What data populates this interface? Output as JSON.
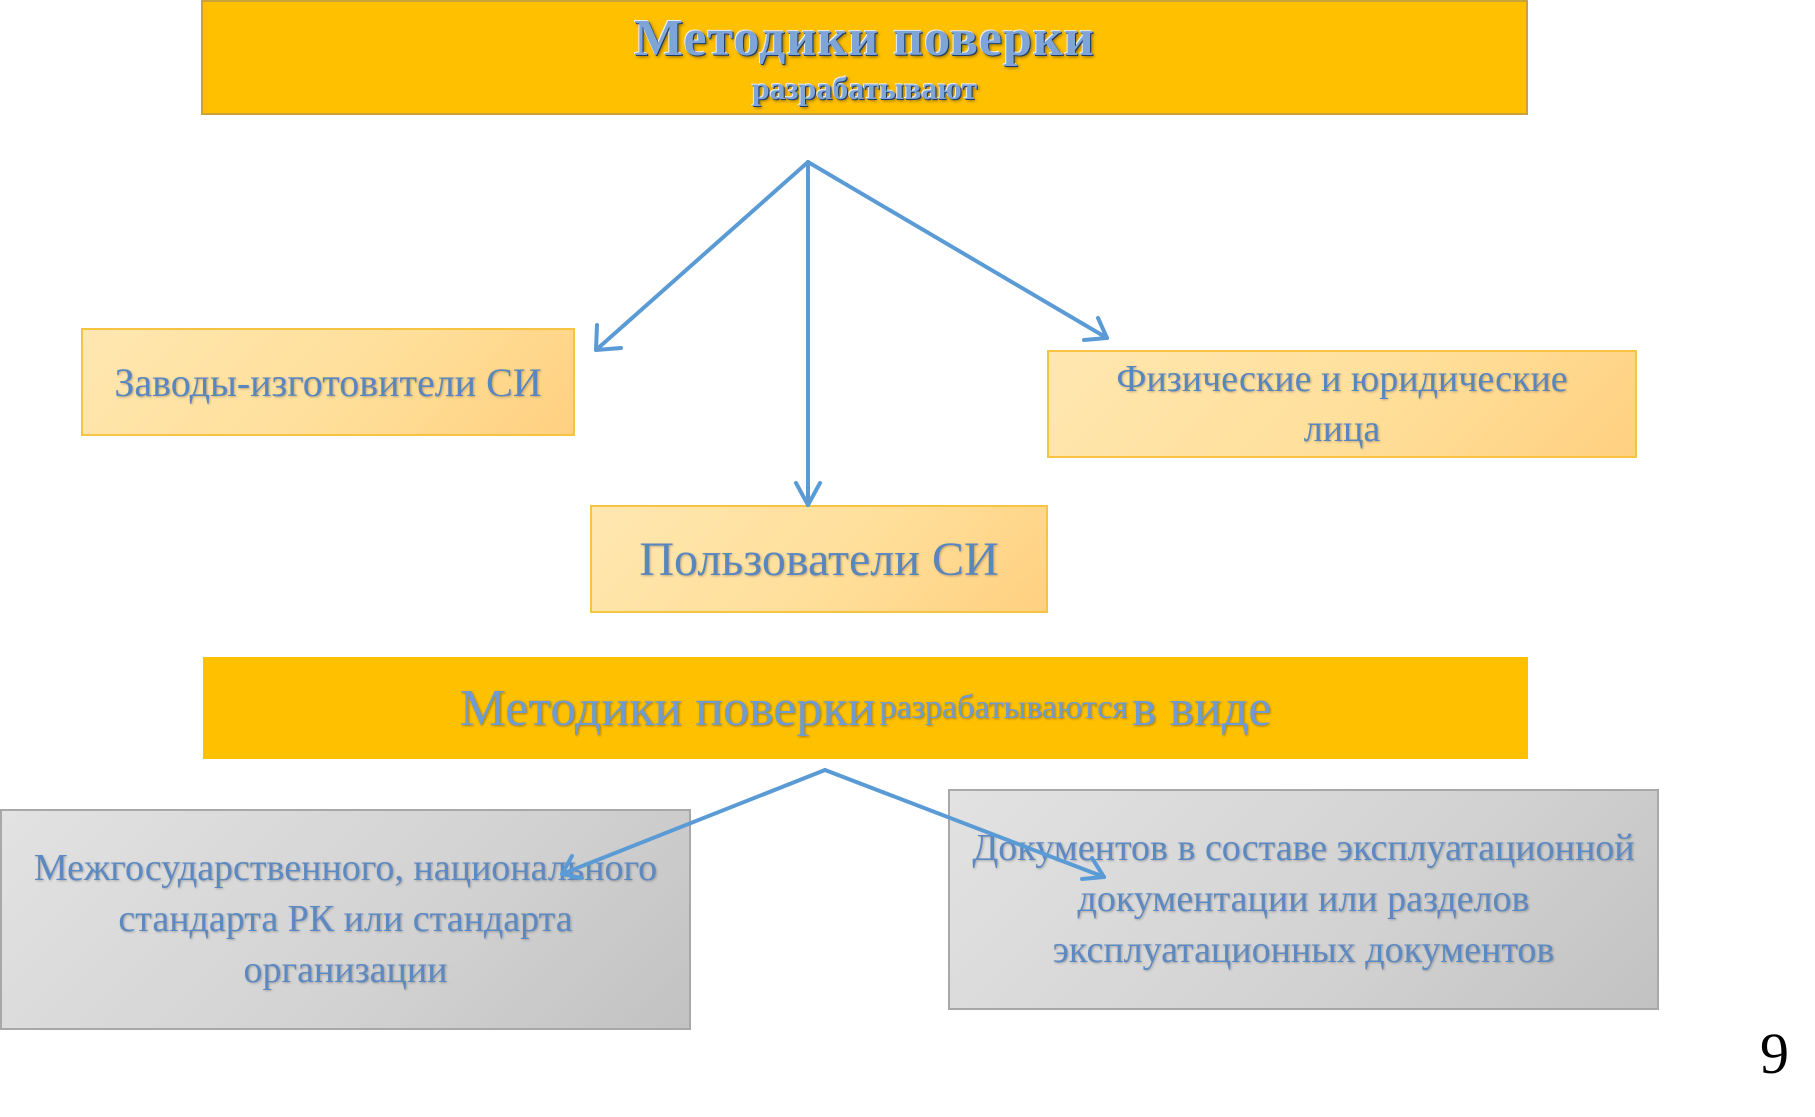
{
  "title": {
    "main": "Методики поверки",
    "sub": "разрабатывают"
  },
  "developers": {
    "left": "Заводы-изготовители СИ",
    "right": "Физические и юридические лица",
    "middle": "Пользователи СИ"
  },
  "band": {
    "part1": "Методики поверки",
    "part2": "разрабатываются",
    "part3": "в виде"
  },
  "forms": {
    "left": "Межгосударственного, национального стандарта РК или стандарта организации",
    "right": "Документов в составе эксплуатационной документации или разделов эксплуатационных документов"
  },
  "page_number": "9",
  "colors": {
    "title_fill": "#ffc000",
    "arrow": "#5b9bd5",
    "box_text": "#5a86c0",
    "box_fill": "#ffe7b0",
    "gray_fill": "#d2d2d2"
  }
}
